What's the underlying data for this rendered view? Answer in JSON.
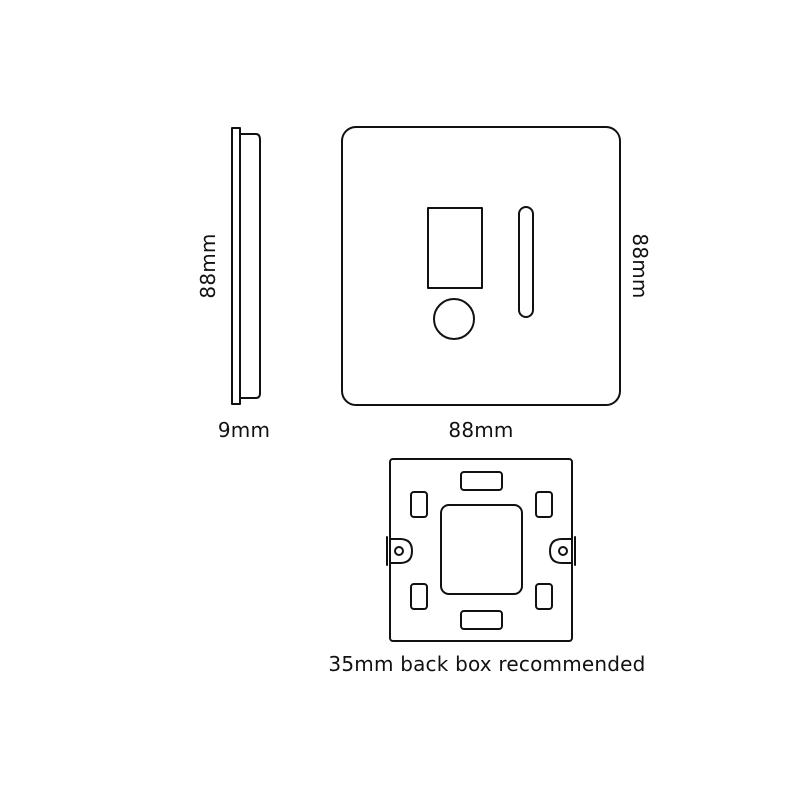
{
  "colors": {
    "line": "#111111",
    "background": "#ffffff"
  },
  "dimensions": {
    "side_height": "88mm",
    "front_height": "88mm",
    "depth": "9mm",
    "width": "88mm"
  },
  "caption": "35mm back box recommended"
}
